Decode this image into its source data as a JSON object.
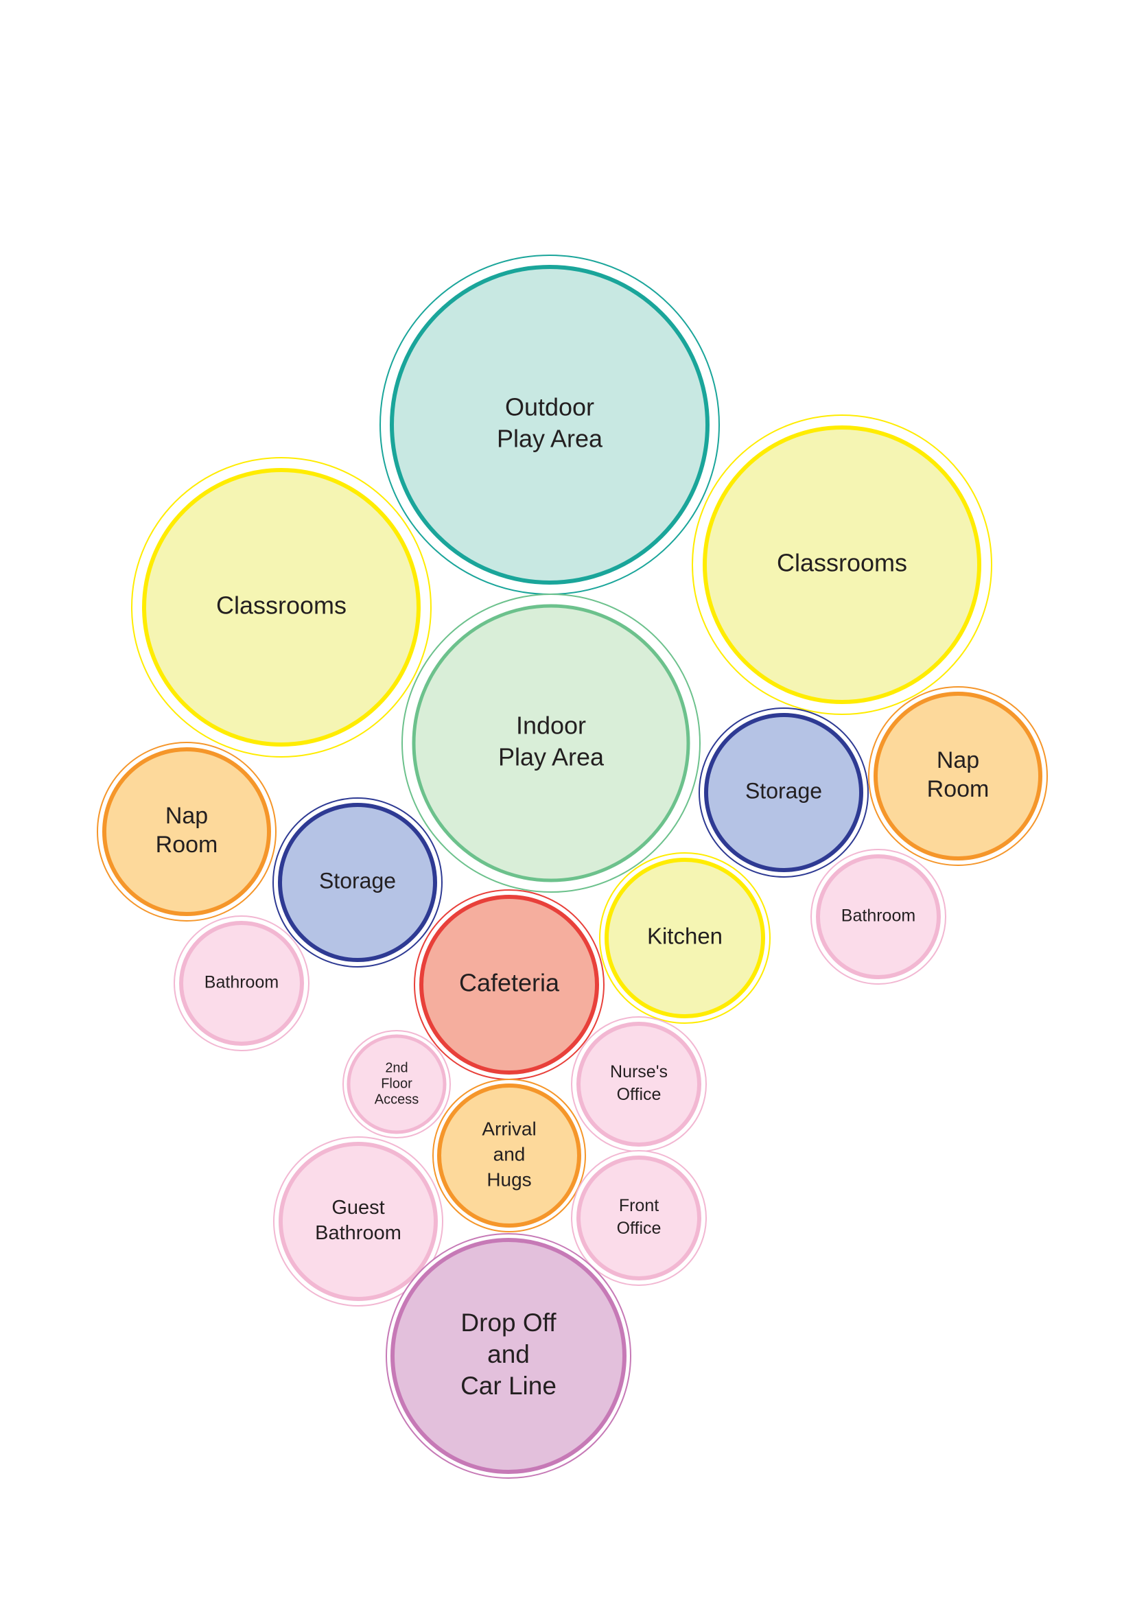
{
  "palette": {
    "teal": {
      "fill": "#c8e8e2",
      "stroke": "#1aa59a"
    },
    "green": {
      "fill": "#d9eed8",
      "stroke": "#6cc18c"
    },
    "yellow": {
      "fill": "#f5f5b3",
      "stroke": "#ffec00"
    },
    "orange": {
      "fill": "#fdd99b",
      "stroke": "#f5962a"
    },
    "blue": {
      "fill": "#b5c3e5",
      "stroke": "#2e3a93"
    },
    "pink": {
      "fill": "#fbdcea",
      "stroke": "#f2b7d2"
    },
    "red": {
      "fill": "#f5ae9e",
      "stroke": "#e8403a"
    },
    "purple": {
      "fill": "#e3c0dc",
      "stroke": "#c679b6"
    }
  },
  "rooms": [
    {
      "id": "outdoor-play-area",
      "lines": [
        "Outdoor",
        "Play Area"
      ],
      "color": "teal"
    },
    {
      "id": "classrooms-left",
      "lines": [
        "Classrooms"
      ],
      "color": "yellow"
    },
    {
      "id": "classrooms-right",
      "lines": [
        "Classrooms"
      ],
      "color": "yellow"
    },
    {
      "id": "indoor-play-area",
      "lines": [
        "Indoor",
        "Play Area"
      ],
      "color": "green"
    },
    {
      "id": "storage-right",
      "lines": [
        "Storage"
      ],
      "color": "blue"
    },
    {
      "id": "nap-room-right",
      "lines": [
        "Nap",
        "Room"
      ],
      "color": "orange"
    },
    {
      "id": "nap-room-left",
      "lines": [
        "Nap",
        "Room"
      ],
      "color": "orange"
    },
    {
      "id": "storage-left",
      "lines": [
        "Storage"
      ],
      "color": "blue"
    },
    {
      "id": "bathroom-right",
      "lines": [
        "Bathroom"
      ],
      "color": "pink"
    },
    {
      "id": "kitchen",
      "lines": [
        "Kitchen"
      ],
      "color": "yellow"
    },
    {
      "id": "cafeteria",
      "lines": [
        "Cafeteria"
      ],
      "color": "red"
    },
    {
      "id": "bathroom-left",
      "lines": [
        "Bathroom"
      ],
      "color": "pink"
    },
    {
      "id": "second-floor-access",
      "lines": [
        "2nd",
        "Floor",
        "Access"
      ],
      "color": "pink"
    },
    {
      "id": "nurses-office",
      "lines": [
        "Nurse's",
        "Office"
      ],
      "color": "pink"
    },
    {
      "id": "arrival-and-hugs",
      "lines": [
        "Arrival",
        "and",
        "Hugs"
      ],
      "color": "orange"
    },
    {
      "id": "guest-bathroom",
      "lines": [
        "Guest",
        "Bathroom"
      ],
      "color": "pink"
    },
    {
      "id": "front-office",
      "lines": [
        "Front",
        "Office"
      ],
      "color": "pink"
    },
    {
      "id": "drop-off-and-car-line",
      "lines": [
        "Drop Off",
        "and",
        "Car Line"
      ],
      "color": "purple"
    }
  ]
}
